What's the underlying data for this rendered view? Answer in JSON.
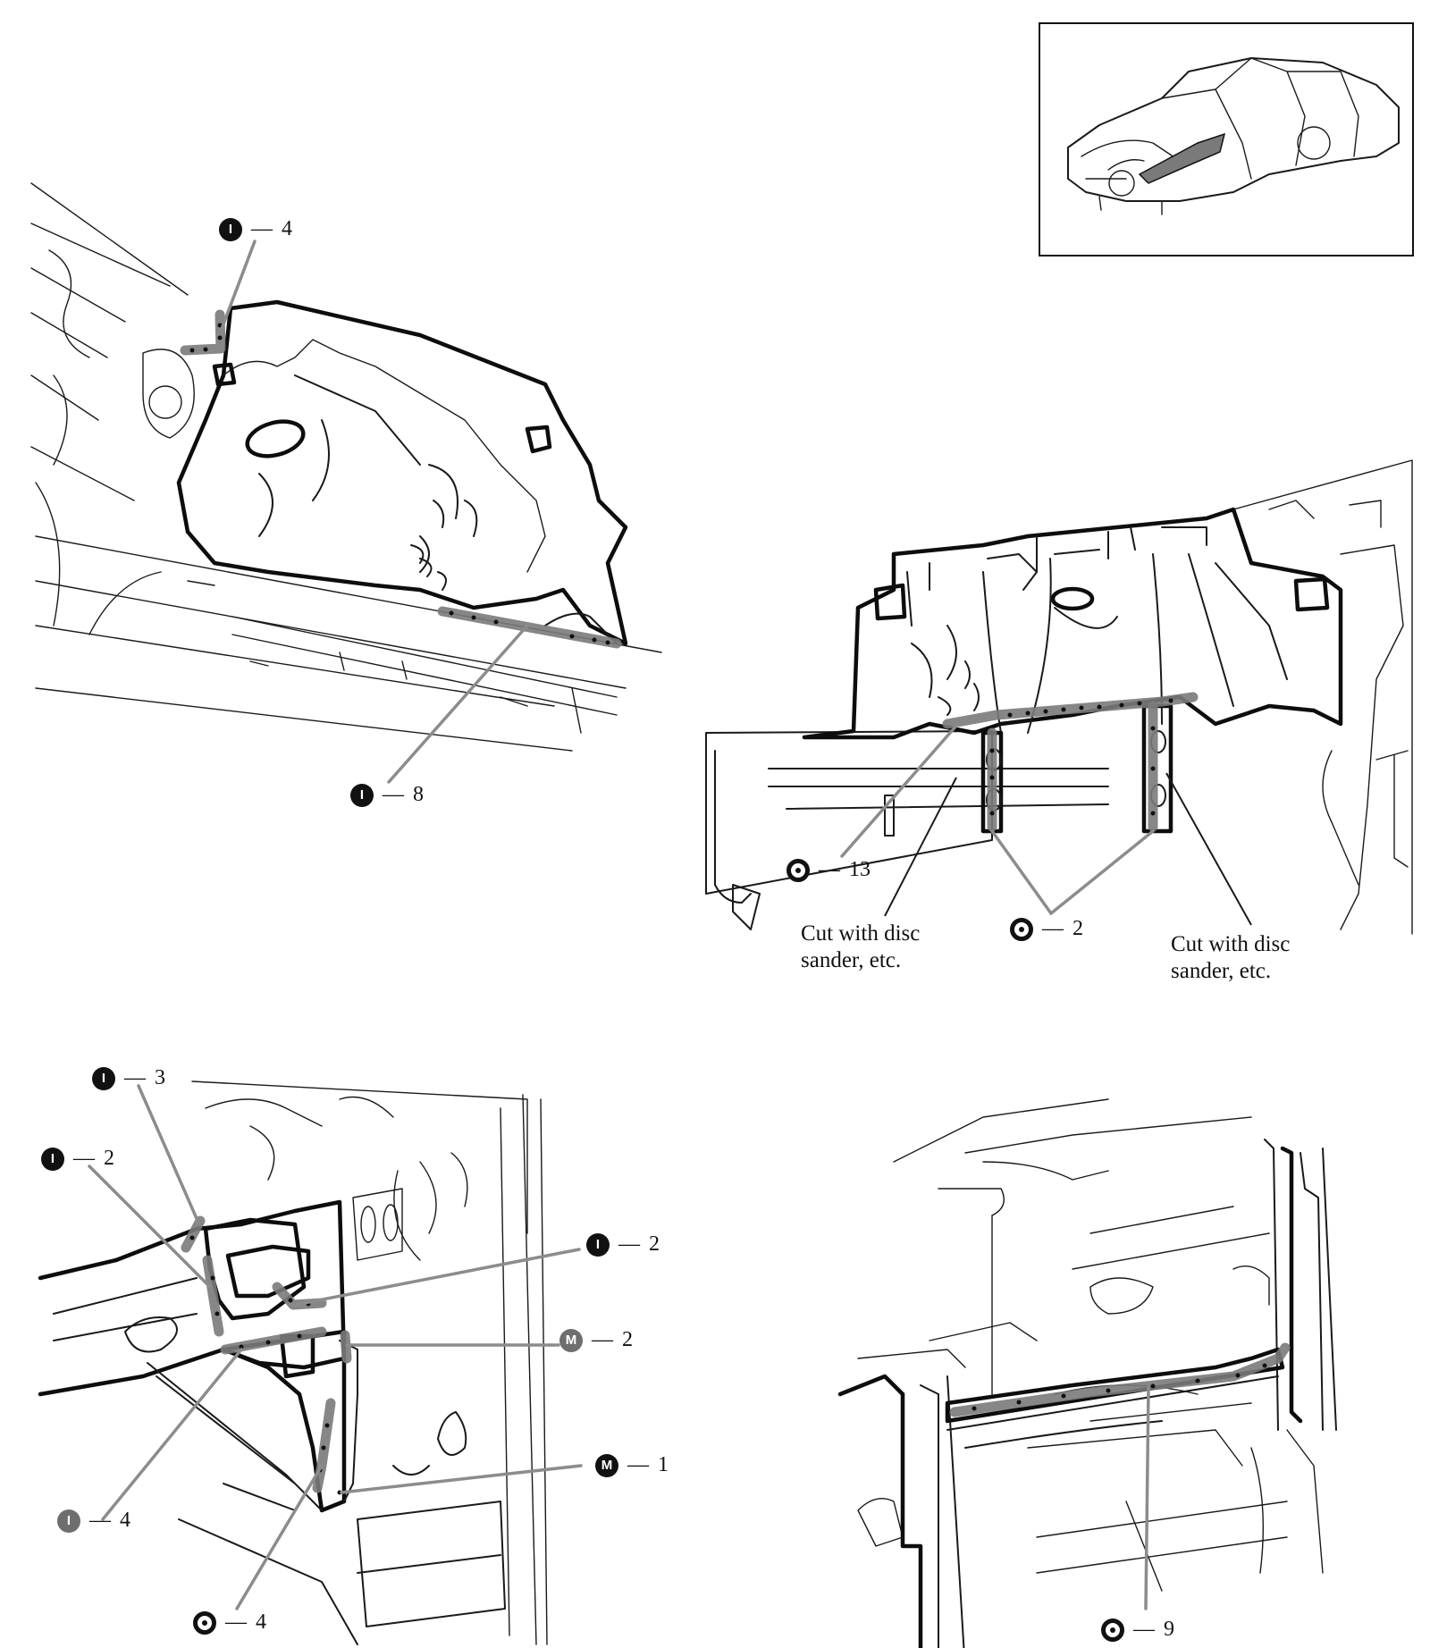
{
  "callouts": {
    "p1_top": {
      "symbol": "I",
      "count": "4"
    },
    "p1_bottom": {
      "symbol": "I",
      "count": "8"
    },
    "p2_left": {
      "symbol": "spot",
      "count": "13"
    },
    "p2_mid": {
      "symbol": "spot",
      "count": "2"
    },
    "p3_i3": {
      "symbol": "I",
      "count": "3"
    },
    "p3_i2_left": {
      "symbol": "I",
      "count": "2"
    },
    "p3_i2_right": {
      "symbol": "I",
      "count": "2"
    },
    "p3_m2": {
      "symbol": "M",
      "count": "2"
    },
    "p3_m1": {
      "symbol": "M",
      "count": "1"
    },
    "p3_i4": {
      "symbol": "I",
      "count": "4"
    },
    "p3_spot4": {
      "symbol": "spot",
      "count": "4"
    },
    "p4_spot9": {
      "symbol": "spot",
      "count": "9"
    }
  },
  "notes": {
    "cut_left": "Cut with disc\nsander, etc.",
    "cut_right": "Cut with disc\nsander, etc."
  },
  "dash": "—",
  "colors": {
    "line": "#1a1a1a",
    "weld_band": "#7a7a7a",
    "symbol_dark": "#111111",
    "symbol_grey": "#6e6e6e"
  }
}
